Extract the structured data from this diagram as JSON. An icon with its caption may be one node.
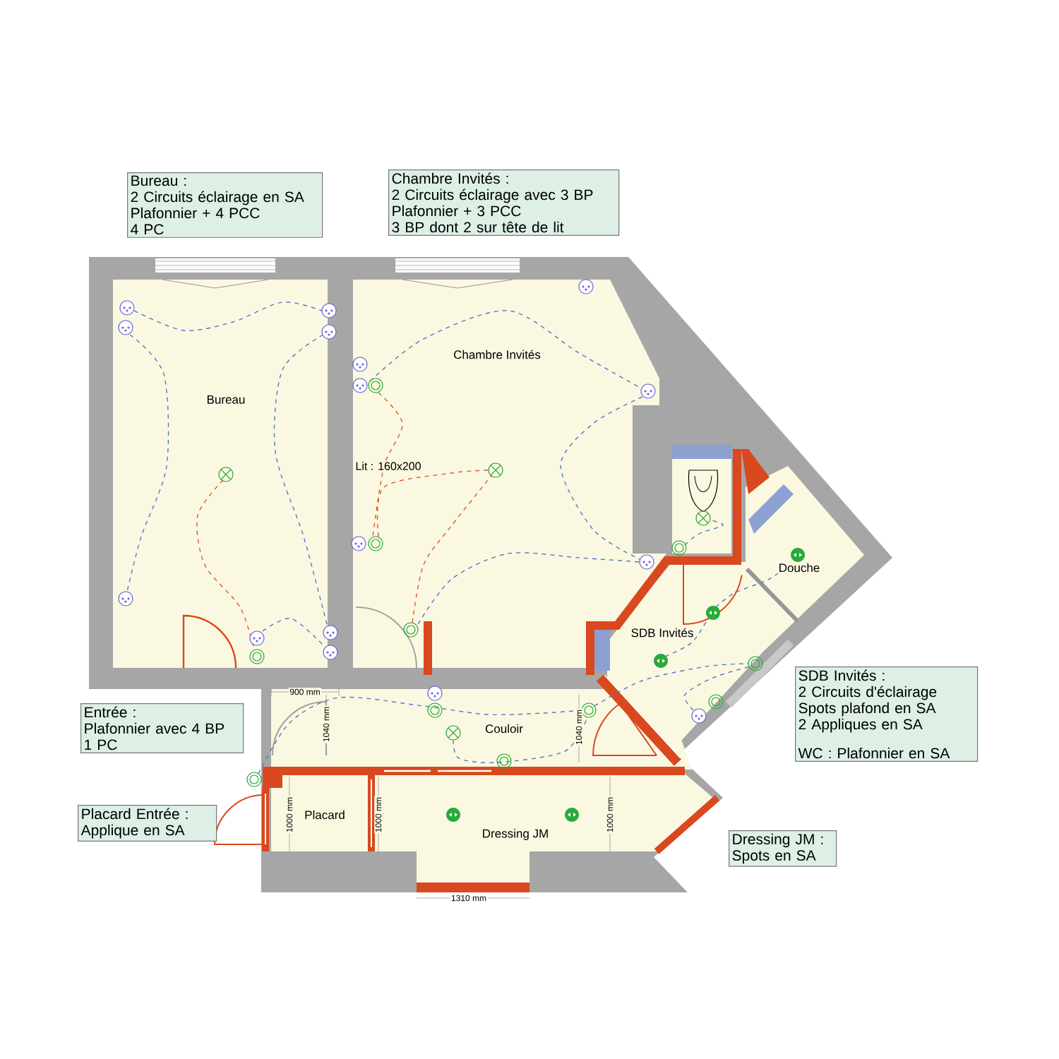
{
  "diagram": {
    "nodes": [
      {
        "text": [
          "Bureau :",
          "2 Circuits éclairage en SA",
          "Plafonnier + 4 PCC",
          "4 PC"
        ]
      },
      {
        "text": [
          "Chambre Invités :",
          "2 Circuits éclairage avec 3 BP",
          "Plafonnier + 3 PCC",
          "3 BP dont 2 sur tête de lit"
        ]
      },
      {
        "text": [
          "Entrée :",
          "Plafonnier avec 4 BP",
          "1 PC"
        ]
      },
      {
        "text": [
          "Placard Entrée :",
          "Applique en SA"
        ]
      },
      {
        "text": [
          "SDB Invités :",
          "2 Circuits d'éclairage",
          "Spots plafond en SA",
          "2 Appliques en SA",
          "WC : Plafonnier en SA"
        ]
      },
      {
        "text": [
          "Dressing JM :",
          "Spots en SA"
        ]
      }
    ],
    "labels": [
      "Chambre Invités",
      "Bureau",
      "Lit : 160x200",
      "Douche",
      "SDB Invités",
      "900 mm",
      "1040 mm",
      "Couloir",
      "1040 mm",
      "1000 mm",
      "Placard",
      "1000 mm",
      "Dressing JM",
      "1000 mm",
      "1310 mm"
    ]
  }
}
